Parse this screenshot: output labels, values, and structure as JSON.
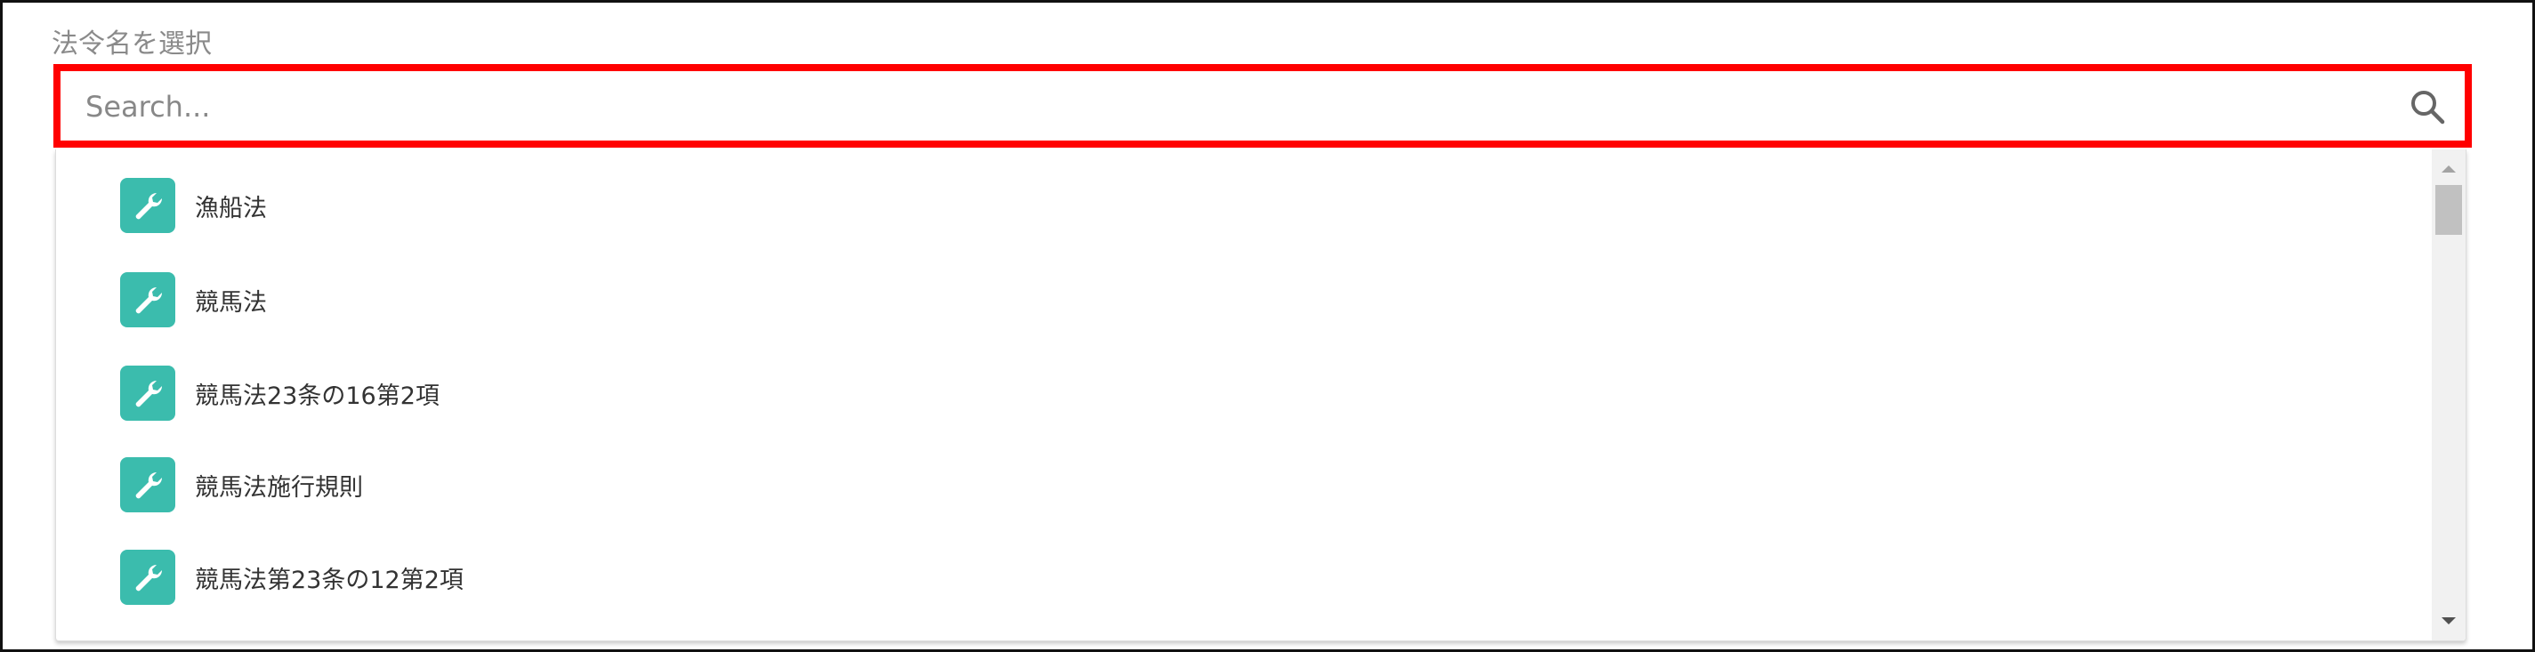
{
  "field_label": "法令名を選択",
  "search": {
    "placeholder": "Search...",
    "value": ""
  },
  "items": [
    {
      "label": "漁船法",
      "icon": "wrench-icon"
    },
    {
      "label": "競馬法",
      "icon": "wrench-icon"
    },
    {
      "label": "競馬法23条の16第2項",
      "icon": "wrench-icon"
    },
    {
      "label": "競馬法施行規則",
      "icon": "wrench-icon"
    },
    {
      "label": "競馬法第23条の12第2項",
      "icon": "wrench-icon"
    }
  ],
  "colors": {
    "highlight": "#ff0000",
    "icon_bg": "#3bbcad"
  }
}
